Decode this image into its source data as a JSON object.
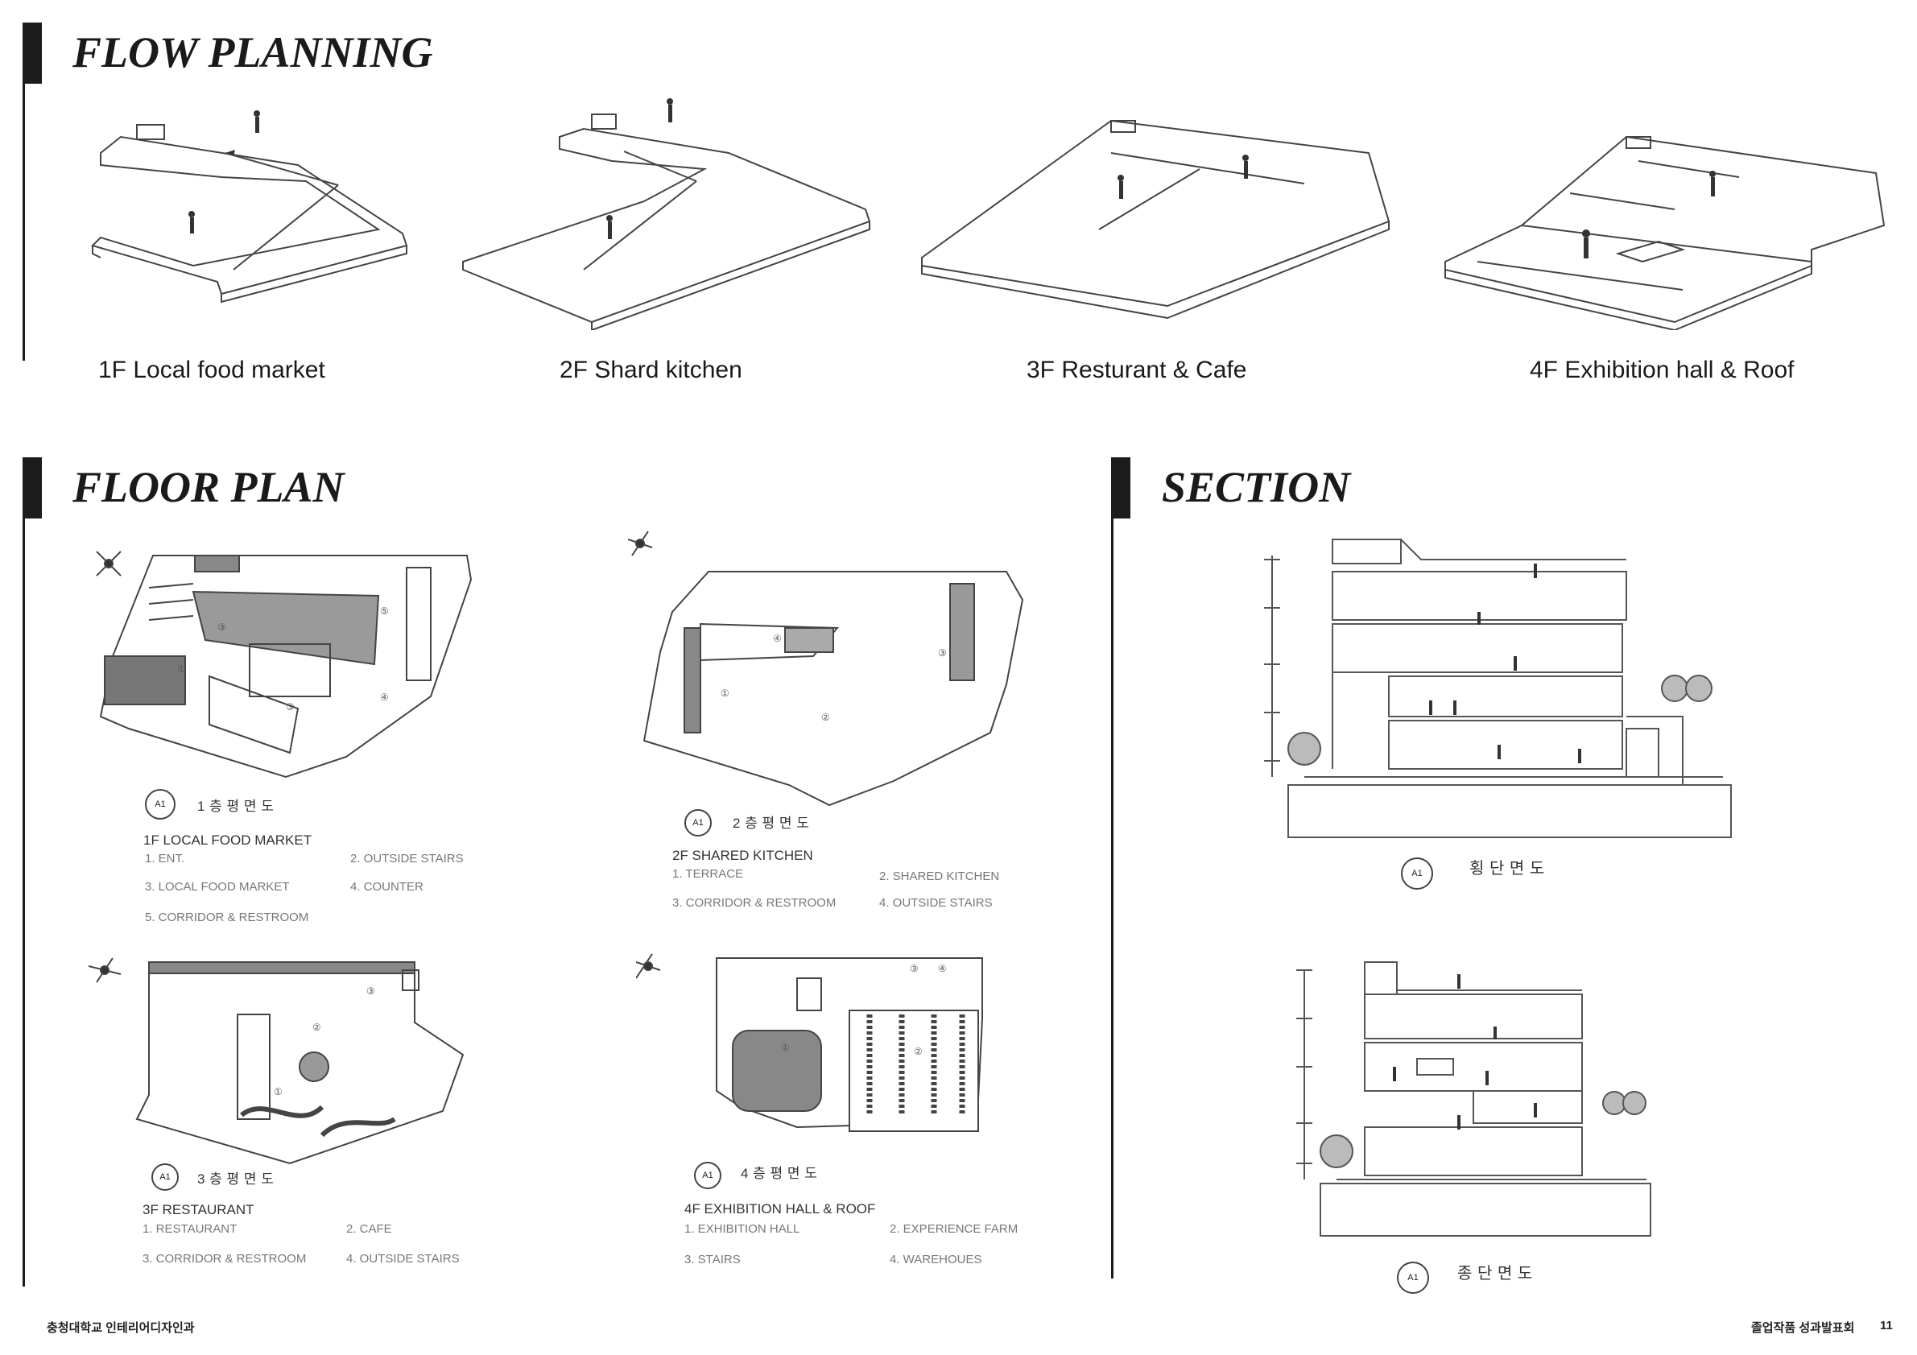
{
  "sections": {
    "flow": "FLOW PLANNING",
    "floor": "FLOOR PLAN",
    "section": "SECTION"
  },
  "flow_captions": [
    "1F Local food market",
    "2F Shard kitchen",
    "3F Resturant & Cafe",
    "4F Exhibition hall & Roof"
  ],
  "floor_plans": [
    {
      "title": "1 층 평 면 도",
      "marker": "A1",
      "heading": "1F LOCAL FOOD MARKET",
      "items": [
        "1. ENT.",
        "2. OUTSIDE STAIRS",
        "3. LOCAL FOOD MARKET",
        "4. COUNTER",
        "5. CORRIDOR & RESTROOM"
      ]
    },
    {
      "title": "2 층 평 면 도",
      "marker": "A1",
      "heading": "2F SHARED KITCHEN",
      "items": [
        "1. TERRACE",
        "2. SHARED KITCHEN",
        "3. CORRIDOR & RESTROOM",
        "4. OUTSIDE STAIRS"
      ]
    },
    {
      "title": "3 층 평 면 도",
      "marker": "A1",
      "heading": "3F RESTAURANT",
      "items": [
        "1. RESTAURANT",
        "2. CAFE",
        "3. CORRIDOR & RESTROOM",
        "4. OUTSIDE STAIRS"
      ]
    },
    {
      "title": "4 층 평 면 도",
      "marker": "A1",
      "heading": "4F EXHIBITION HALL & ROOF",
      "items": [
        "1. EXHIBITION HALL",
        "2. EXPERIENCE FARM",
        "3. STAIRS",
        "4. WAREHOUES"
      ]
    }
  ],
  "sections_views": [
    {
      "title": "횡 단 면 도",
      "marker": "A1"
    },
    {
      "title": "종 단 면 도",
      "marker": "A1"
    }
  ],
  "footer": {
    "left": "충청대학교 인테리어디자인과",
    "right": "졸업작품 성과발표회",
    "page": "11"
  },
  "colors": {
    "accent": "#1c1c1c",
    "line": "#555555",
    "hatch": "#8a8a8a"
  }
}
